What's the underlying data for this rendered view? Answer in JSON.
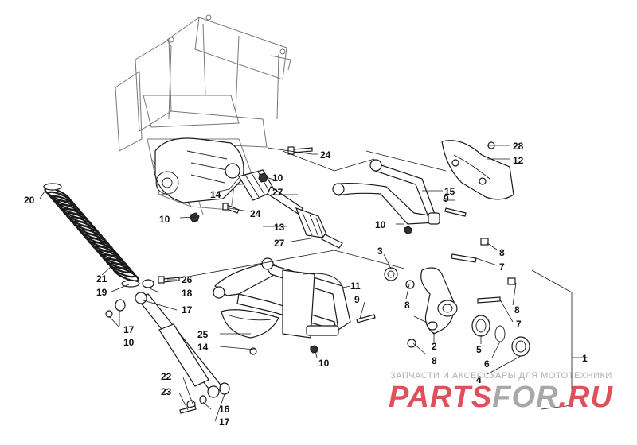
{
  "labels": {
    "l1": "1",
    "l2": "2",
    "l3": "3",
    "l4": "4",
    "l5": "5",
    "l6": "6",
    "l7a": "7",
    "l7b": "7",
    "l8a": "8",
    "l8b": "8",
    "l8c": "8",
    "l8d": "8",
    "l9a": "9",
    "l9b": "9",
    "l10a": "10",
    "l10b": "10",
    "l10c": "10",
    "l10d": "10",
    "l10e": "10",
    "l11": "11",
    "l12": "12",
    "l13": "13",
    "l14a": "14",
    "l14b": "14",
    "l15": "15",
    "l16": "16",
    "l17a": "17",
    "l17b": "17",
    "l17c": "17",
    "l18": "18",
    "l19": "19",
    "l20": "20",
    "l21": "21",
    "l22": "22",
    "l23": "23",
    "l24a": "24",
    "l24b": "24",
    "l25": "25",
    "l26": "26",
    "l27a": "27",
    "l27b": "27",
    "l28": "28"
  },
  "watermark": {
    "tagline": "ЗАПЧАСТИ И АКСЕССУАРЫ ДЛЯ МОТОТЕХНИКИ",
    "logo_a": "PARTS",
    "logo_b": "FOR",
    "logo_c": ".RU",
    "color_red": "#e0505a",
    "color_gray": "#a8a8a8"
  }
}
